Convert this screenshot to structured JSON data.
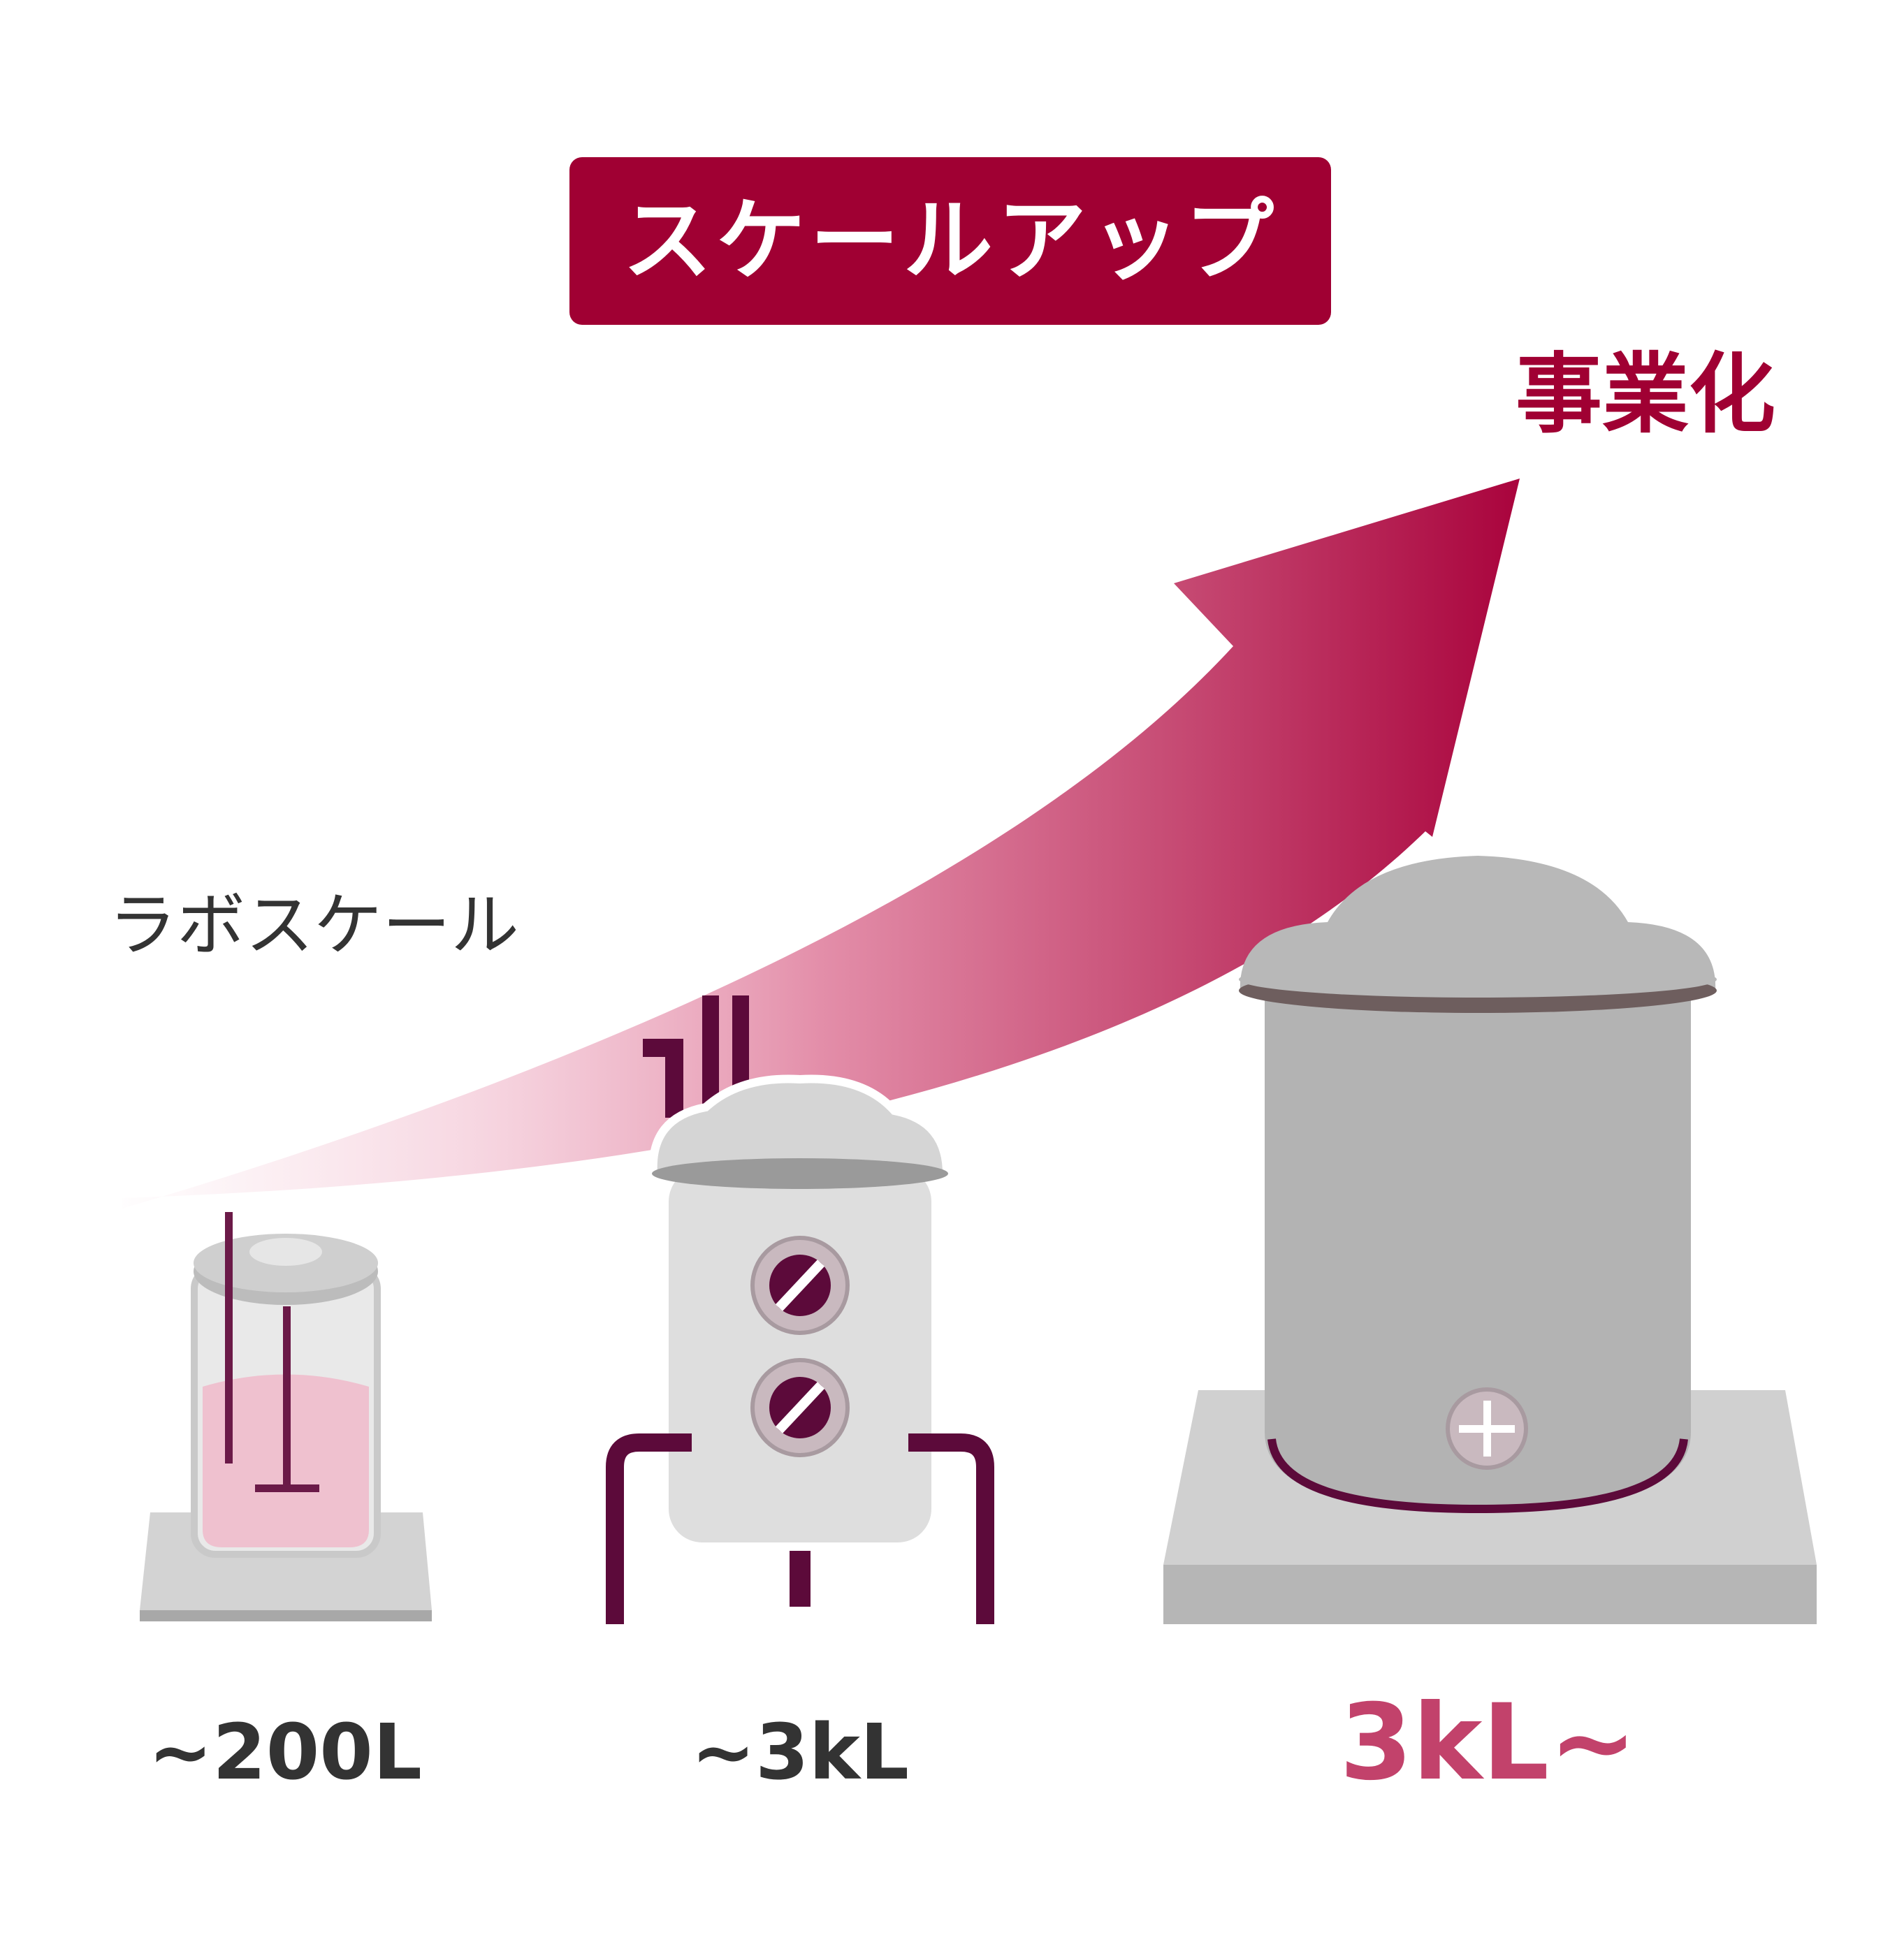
{
  "banner": {
    "label": "スケールアップ"
  },
  "goal": {
    "label": "事業化"
  },
  "lab": {
    "label": "ラボスケール"
  },
  "vessels": [
    {
      "name": "lab",
      "volume": "~200L"
    },
    {
      "name": "pilot",
      "volume": "~3kL"
    },
    {
      "name": "commercial",
      "volume": "3kL~"
    }
  ],
  "colors": {
    "brand": "#a00033",
    "accent": "#c2426b",
    "dark_purple": "#5c0a3a",
    "text_dark": "#333333",
    "gray_light": "#d4d4d4",
    "gray_mid": "#b3b3b3",
    "lid_rim": "#6e5e5e"
  }
}
